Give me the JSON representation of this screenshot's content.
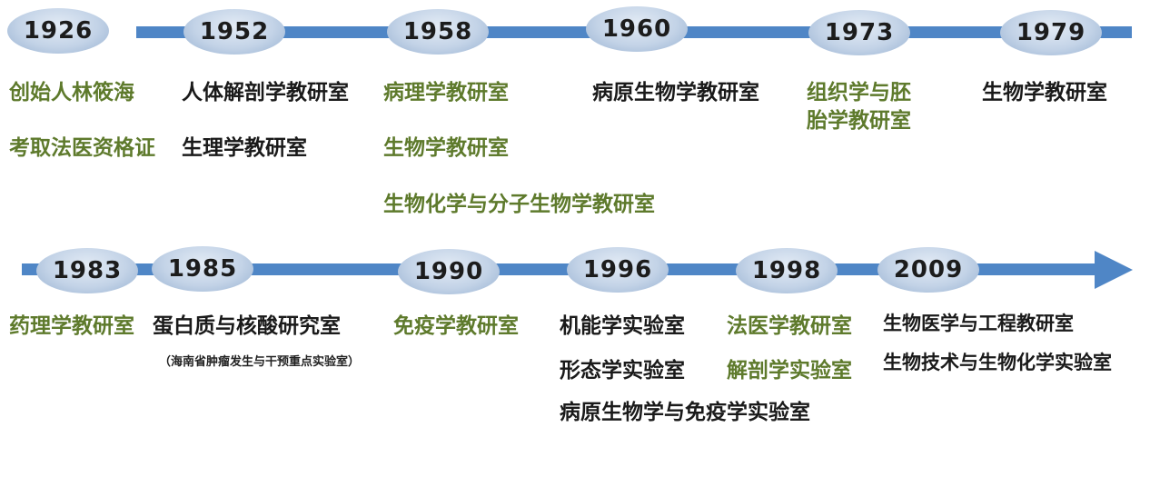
{
  "accent_color": "#4f86c6",
  "label_colors": {
    "green": "#5e7a2c",
    "black": "#1a1a1a"
  },
  "events": [
    {
      "year": "1926",
      "labels": [
        {
          "text": "创始人林筱海",
          "color": "green"
        },
        {
          "text": "考取法医资格证",
          "color": "green"
        }
      ]
    },
    {
      "year": "1952",
      "labels": [
        {
          "text": "人体解剖学教研室",
          "color": "black"
        },
        {
          "text": "生理学教研室",
          "color": "black"
        }
      ]
    },
    {
      "year": "1958",
      "labels": [
        {
          "text": "病理学教研室",
          "color": "green"
        },
        {
          "text": "生物学教研室",
          "color": "green"
        },
        {
          "text": "生物化学与分子生物学教研室",
          "color": "green"
        }
      ]
    },
    {
      "year": "1960",
      "labels": [
        {
          "text": "病原生物学教研室",
          "color": "black"
        }
      ]
    },
    {
      "year": "1973",
      "labels": [
        {
          "text": "组织学与胚",
          "color": "green"
        },
        {
          "text": "胎学教研室",
          "color": "green"
        }
      ]
    },
    {
      "year": "1979",
      "labels": [
        {
          "text": "生物学教研室",
          "color": "black"
        }
      ]
    },
    {
      "year": "1983",
      "labels": [
        {
          "text": "药理学教研室",
          "color": "green"
        }
      ]
    },
    {
      "year": "1985",
      "labels": [
        {
          "text": "蛋白质与核酸研究室",
          "color": "black"
        }
      ],
      "note": "（海南省肿瘤发生与干预重点实验室）"
    },
    {
      "year": "1990",
      "labels": [
        {
          "text": "免疫学教研室",
          "color": "green"
        }
      ]
    },
    {
      "year": "1996",
      "labels": [
        {
          "text": "机能学实验室",
          "color": "black"
        },
        {
          "text": "形态学实验室",
          "color": "black"
        },
        {
          "text": "病原生物学与免疫学实验室",
          "color": "black"
        }
      ]
    },
    {
      "year": "1998",
      "labels": [
        {
          "text": "法医学教研室",
          "color": "green"
        },
        {
          "text": "解剖学实验室",
          "color": "green"
        }
      ]
    },
    {
      "year": "2009",
      "labels": [
        {
          "text": "生物医学与工程教研室",
          "color": "black"
        },
        {
          "text": "生物技术与生物化学实验室",
          "color": "black"
        }
      ]
    }
  ]
}
